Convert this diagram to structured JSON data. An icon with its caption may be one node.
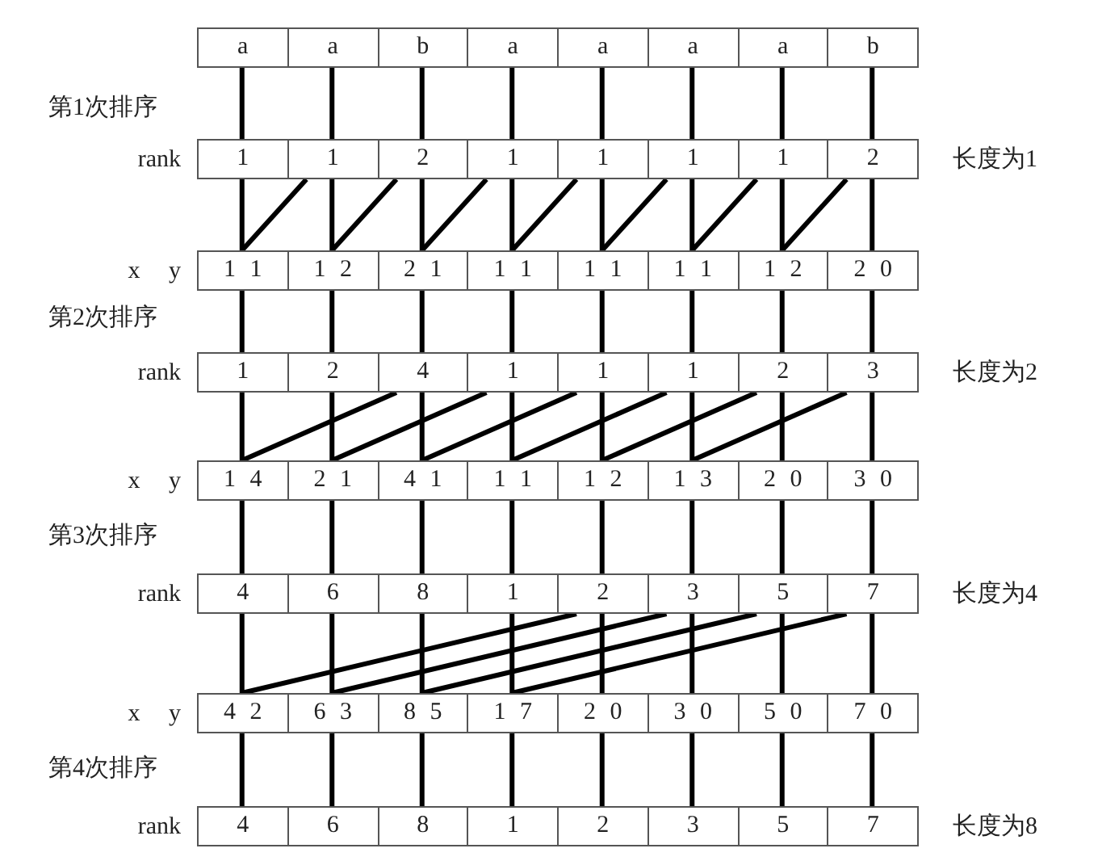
{
  "diagram": {
    "nodes": [
      {
        "text": [
          "a"
        ]
      },
      {
        "text": [
          "a"
        ]
      },
      {
        "text": [
          "b"
        ]
      },
      {
        "text": [
          "a"
        ]
      },
      {
        "text": [
          "a"
        ]
      },
      {
        "text": [
          "a"
        ]
      },
      {
        "text": [
          "a"
        ]
      },
      {
        "text": [
          "b"
        ]
      },
      {
        "text": [
          "1"
        ]
      },
      {
        "text": [
          "1"
        ]
      },
      {
        "text": [
          "2"
        ]
      },
      {
        "text": [
          "1"
        ]
      },
      {
        "text": [
          "1"
        ]
      },
      {
        "text": [
          "1"
        ]
      },
      {
        "text": [
          "1"
        ]
      },
      {
        "text": [
          "2"
        ]
      },
      {
        "text": [
          "1 1"
        ]
      },
      {
        "text": [
          "1 2"
        ]
      },
      {
        "text": [
          "2 1"
        ]
      },
      {
        "text": [
          "1 1"
        ]
      },
      {
        "text": [
          "1 1"
        ]
      },
      {
        "text": [
          "1 1"
        ]
      },
      {
        "text": [
          "1 2"
        ]
      },
      {
        "text": [
          "2 0"
        ]
      },
      {
        "text": [
          "1"
        ]
      },
      {
        "text": [
          "2"
        ]
      },
      {
        "text": [
          "4"
        ]
      },
      {
        "text": [
          "1"
        ]
      },
      {
        "text": [
          "1"
        ]
      },
      {
        "text": [
          "1"
        ]
      },
      {
        "text": [
          "2"
        ]
      },
      {
        "text": [
          "3"
        ]
      },
      {
        "text": [
          "1 4"
        ]
      },
      {
        "text": [
          "2 1"
        ]
      },
      {
        "text": [
          "4 1"
        ]
      },
      {
        "text": [
          "1 1"
        ]
      },
      {
        "text": [
          "1 2"
        ]
      },
      {
        "text": [
          "1 3"
        ]
      },
      {
        "text": [
          "2 0"
        ]
      },
      {
        "text": [
          "3 0"
        ]
      },
      {
        "text": [
          "4"
        ]
      },
      {
        "text": [
          "6"
        ]
      },
      {
        "text": [
          "8"
        ]
      },
      {
        "text": [
          "1"
        ]
      },
      {
        "text": [
          "2"
        ]
      },
      {
        "text": [
          "3"
        ]
      },
      {
        "text": [
          "5"
        ]
      },
      {
        "text": [
          "7"
        ]
      },
      {
        "text": [
          "4 2"
        ]
      },
      {
        "text": [
          "6 3"
        ]
      },
      {
        "text": [
          "8 5"
        ]
      },
      {
        "text": [
          "1 7"
        ]
      },
      {
        "text": [
          "2 0"
        ]
      },
      {
        "text": [
          "3 0"
        ]
      },
      {
        "text": [
          "5 0"
        ]
      },
      {
        "text": [
          "7 0"
        ]
      },
      {
        "text": [
          "4"
        ]
      },
      {
        "text": [
          "6"
        ]
      },
      {
        "text": [
          "8"
        ]
      },
      {
        "text": [
          "1"
        ]
      },
      {
        "text": [
          "2"
        ]
      },
      {
        "text": [
          "3"
        ]
      },
      {
        "text": [
          "5"
        ]
      },
      {
        "text": [
          "7"
        ]
      }
    ],
    "edges": [
      {
        "from": 0,
        "to": 8,
        "arrow": "none"
      },
      {
        "from": 1,
        "to": 9,
        "arrow": "none"
      },
      {
        "from": 2,
        "to": 10,
        "arrow": "none"
      },
      {
        "from": 3,
        "to": 11,
        "arrow": "none"
      },
      {
        "from": 4,
        "to": 12,
        "arrow": "none"
      },
      {
        "from": 5,
        "to": 13,
        "arrow": "none"
      },
      {
        "from": 6,
        "to": 14,
        "arrow": "none"
      },
      {
        "from": 7,
        "to": 15,
        "arrow": "none"
      },
      {
        "from": 8,
        "to": 16,
        "arrow": "none"
      },
      {
        "from": 9,
        "to": 17,
        "arrow": "none"
      },
      {
        "from": 10,
        "to": 18,
        "arrow": "none"
      },
      {
        "from": 11,
        "to": 19,
        "arrow": "none"
      },
      {
        "from": 12,
        "to": 20,
        "arrow": "none"
      },
      {
        "from": 13,
        "to": 21,
        "arrow": "none"
      },
      {
        "from": 14,
        "to": 22,
        "arrow": "none"
      },
      {
        "from": 15,
        "to": 23,
        "arrow": "none"
      },
      {
        "from": 9,
        "to": 16,
        "arrow": "none"
      },
      {
        "from": 10,
        "to": 17,
        "arrow": "none"
      },
      {
        "from": 11,
        "to": 18,
        "arrow": "none"
      },
      {
        "from": 12,
        "to": 19,
        "arrow": "none"
      },
      {
        "from": 13,
        "to": 20,
        "arrow": "none"
      },
      {
        "from": 14,
        "to": 21,
        "arrow": "none"
      },
      {
        "from": 15,
        "to": 22,
        "arrow": "none"
      },
      {
        "from": 16,
        "to": 24,
        "arrow": "none"
      },
      {
        "from": 17,
        "to": 25,
        "arrow": "none"
      },
      {
        "from": 18,
        "to": 26,
        "arrow": "none"
      },
      {
        "from": 19,
        "to": 27,
        "arrow": "none"
      },
      {
        "from": 20,
        "to": 28,
        "arrow": "none"
      },
      {
        "from": 21,
        "to": 29,
        "arrow": "none"
      },
      {
        "from": 22,
        "to": 30,
        "arrow": "none"
      },
      {
        "from": 23,
        "to": 31,
        "arrow": "none"
      },
      {
        "from": 24,
        "to": 32,
        "arrow": "none"
      },
      {
        "from": 25,
        "to": 33,
        "arrow": "none"
      },
      {
        "from": 26,
        "to": 34,
        "arrow": "none"
      },
      {
        "from": 27,
        "to": 35,
        "arrow": "none"
      },
      {
        "from": 28,
        "to": 36,
        "arrow": "none"
      },
      {
        "from": 29,
        "to": 37,
        "arrow": "none"
      },
      {
        "from": 30,
        "to": 38,
        "arrow": "none"
      },
      {
        "from": 31,
        "to": 39,
        "arrow": "none"
      },
      {
        "from": 26,
        "to": 32,
        "arrow": "none"
      },
      {
        "from": 27,
        "to": 33,
        "arrow": "none"
      },
      {
        "from": 28,
        "to": 34,
        "arrow": "none"
      },
      {
        "from": 29,
        "to": 35,
        "arrow": "none"
      },
      {
        "from": 30,
        "to": 36,
        "arrow": "none"
      },
      {
        "from": 31,
        "to": 37,
        "arrow": "none"
      },
      {
        "from": 32,
        "to": 40,
        "arrow": "none"
      },
      {
        "from": 33,
        "to": 41,
        "arrow": "none"
      },
      {
        "from": 34,
        "to": 42,
        "arrow": "none"
      },
      {
        "from": 35,
        "to": 43,
        "arrow": "none"
      },
      {
        "from": 36,
        "to": 44,
        "arrow": "none"
      },
      {
        "from": 37,
        "to": 45,
        "arrow": "none"
      },
      {
        "from": 38,
        "to": 46,
        "arrow": "none"
      },
      {
        "from": 39,
        "to": 47,
        "arrow": "none"
      },
      {
        "from": 40,
        "to": 48,
        "arrow": "none"
      },
      {
        "from": 41,
        "to": 49,
        "arrow": "none"
      },
      {
        "from": 42,
        "to": 50,
        "arrow": "none"
      },
      {
        "from": 43,
        "to": 51,
        "arrow": "none"
      },
      {
        "from": 44,
        "to": 52,
        "arrow": "none"
      },
      {
        "from": 45,
        "to": 53,
        "arrow": "none"
      },
      {
        "from": 46,
        "to": 54,
        "arrow": "none"
      },
      {
        "from": 47,
        "to": 55,
        "arrow": "none"
      },
      {
        "from": 44,
        "to": 48,
        "arrow": "none"
      },
      {
        "from": 45,
        "to": 49,
        "arrow": "none"
      },
      {
        "from": 46,
        "to": 50,
        "arrow": "none"
      },
      {
        "from": 47,
        "to": 51,
        "arrow": "none"
      },
      {
        "from": 48,
        "to": 56,
        "arrow": "none"
      },
      {
        "from": 49,
        "to": 57,
        "arrow": "none"
      },
      {
        "from": 50,
        "to": 58,
        "arrow": "none"
      },
      {
        "from": 51,
        "to": 59,
        "arrow": "none"
      },
      {
        "from": 52,
        "to": 60,
        "arrow": "none"
      },
      {
        "from": 53,
        "to": 61,
        "arrow": "none"
      },
      {
        "from": 54,
        "to": 62,
        "arrow": "none"
      },
      {
        "from": 55,
        "to": 63,
        "arrow": "none"
      }
    ],
    "labels": [
      "第1次排序",
      "rank",
      "长度为1",
      "x y",
      "第2次排序",
      "rank",
      "长度为2",
      "x y",
      "第3次排序",
      "rank",
      "长度为4",
      "x y",
      "第4次排序",
      "rank",
      "长度为8"
    ]
  }
}
